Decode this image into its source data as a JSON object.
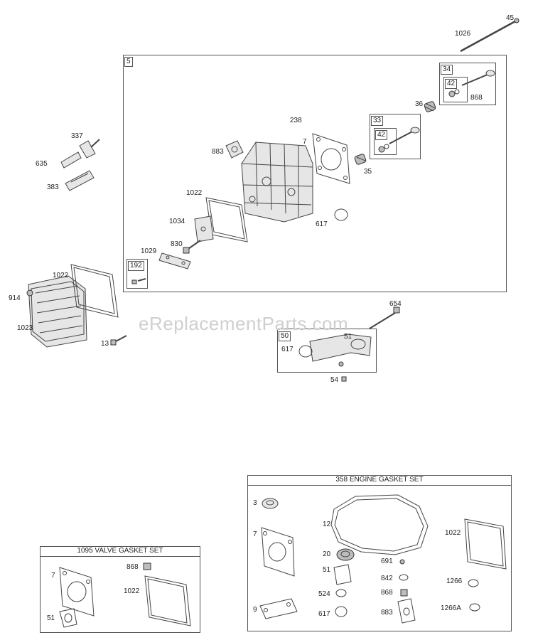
{
  "watermark": "eReplacementParts.com",
  "assembly_box": {
    "label": "5"
  },
  "sub_kits": [
    {
      "id": "34",
      "inner": "42",
      "part": "868"
    },
    {
      "id": "33",
      "inner": "42"
    },
    {
      "id": "192"
    },
    {
      "id": "50"
    }
  ],
  "callouts": {
    "c45": "45",
    "c1026": "1026",
    "c238": "238",
    "c7": "7",
    "c36": "36",
    "c868a": "868",
    "c35": "35",
    "c883": "883",
    "c337": "337",
    "c635": "635",
    "c383": "383",
    "c1022a": "1022",
    "c1034": "1034",
    "c617a": "617",
    "c830": "830",
    "c1029": "1029",
    "c1022b": "1022",
    "c914": "914",
    "c1023": "1023",
    "c13": "13",
    "c654": "654",
    "c51": "51",
    "c617b": "617",
    "c54": "54"
  },
  "valve_gasket_set": {
    "title": "1095 VALVE GASKET SET",
    "parts": {
      "p7": "7",
      "p868": "868",
      "p1022": "1022",
      "p51": "51"
    }
  },
  "engine_gasket_set": {
    "title": "358 ENGINE GASKET SET",
    "parts": {
      "p3": "3",
      "p12": "12",
      "p1022": "1022",
      "p7": "7",
      "p20": "20",
      "p691": "691",
      "p51": "51",
      "p842": "842",
      "p1266": "1266",
      "p524": "524",
      "p868": "868",
      "p9": "9",
      "p617": "617",
      "p883": "883",
      "p1266a": "1266A"
    }
  }
}
